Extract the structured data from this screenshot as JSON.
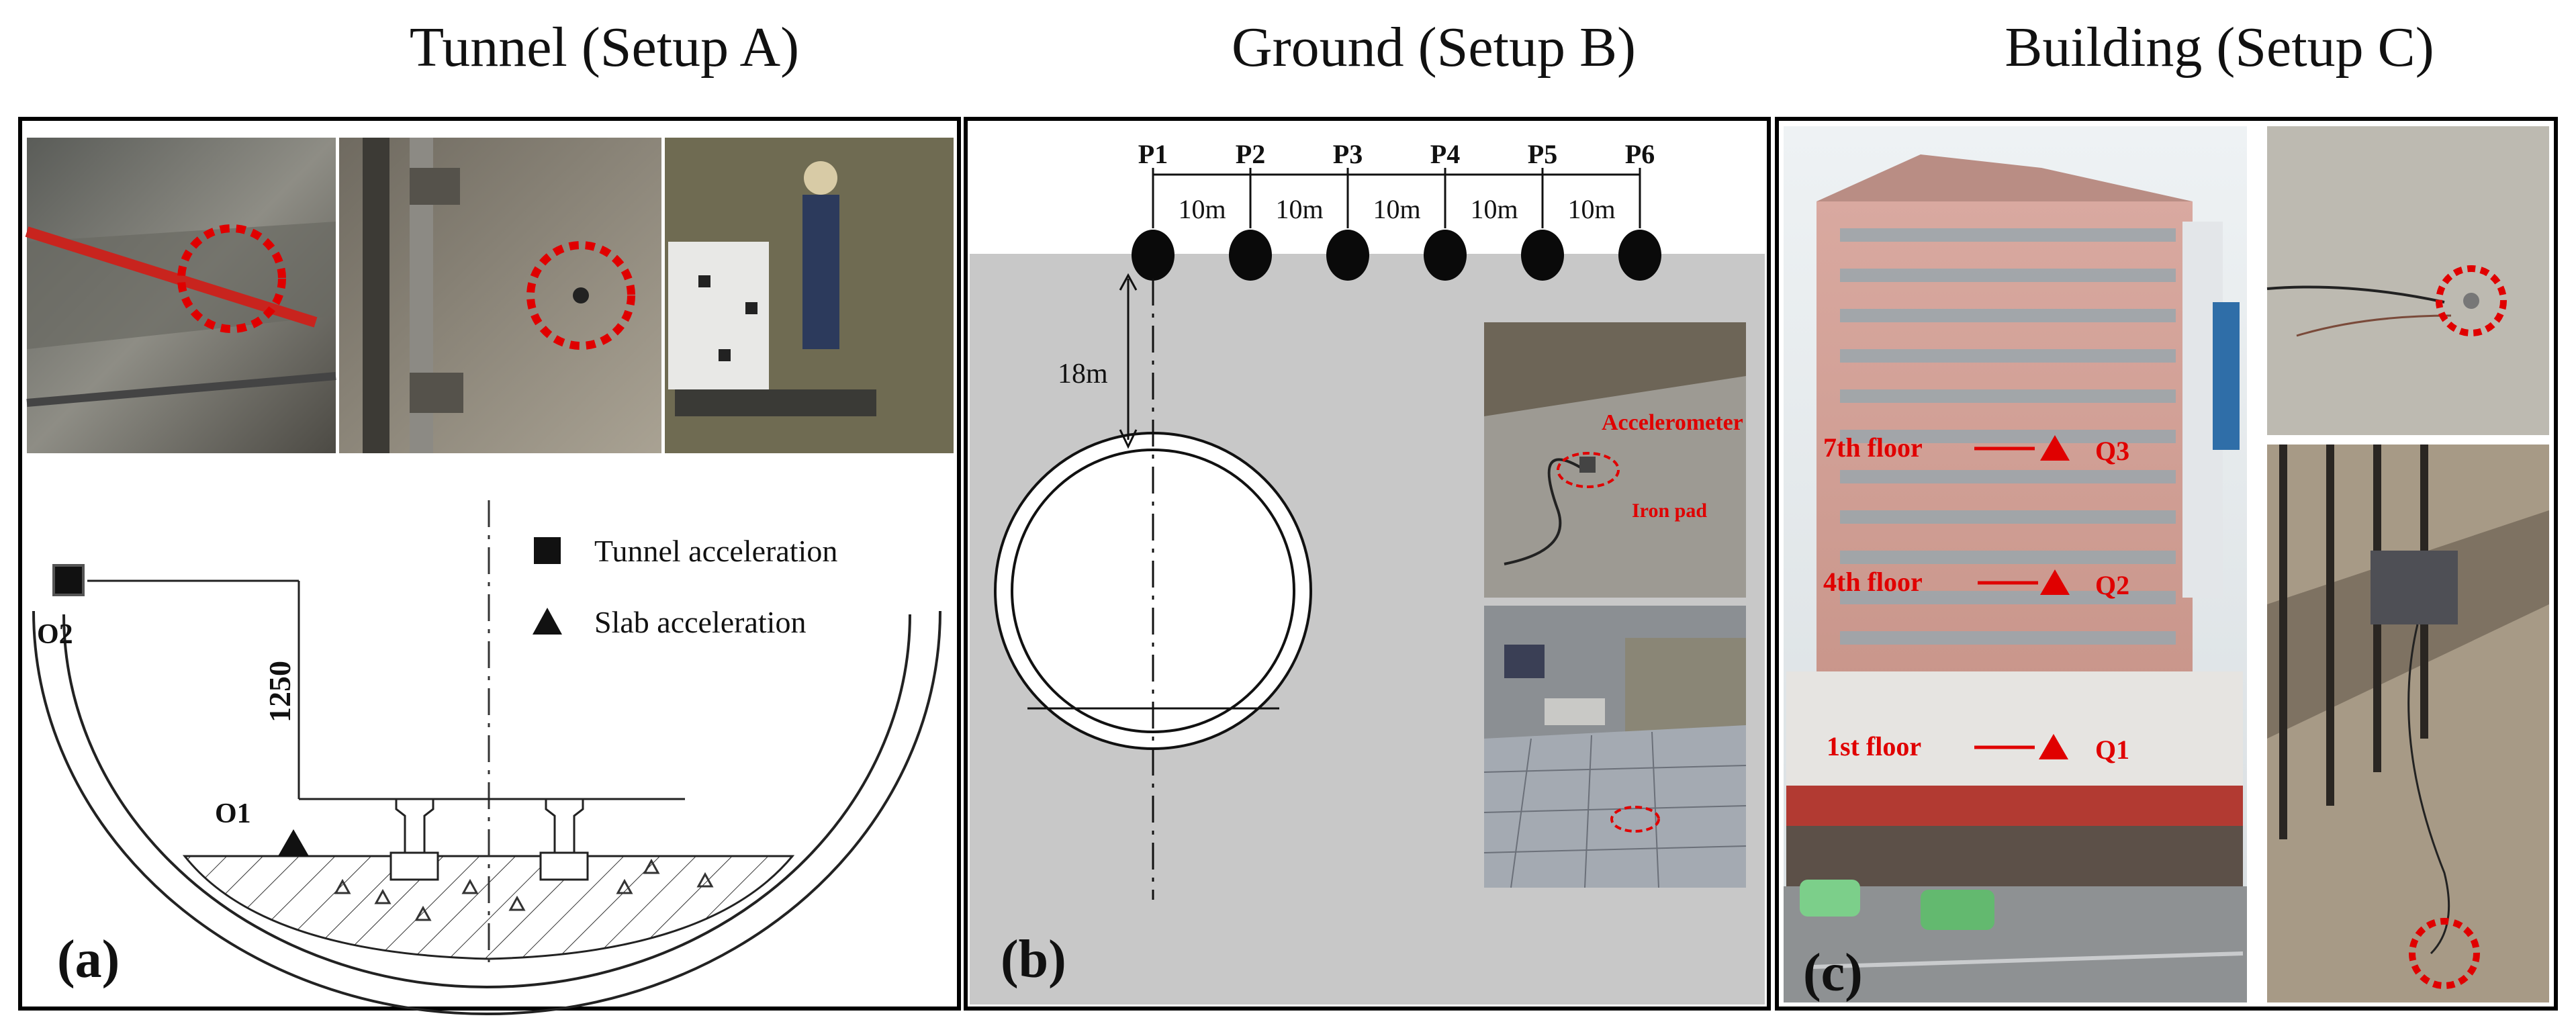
{
  "titles": {
    "a": "Tunnel (Setup A)",
    "b": "Ground (Setup B)",
    "c": "Building (Setup C)"
  },
  "panel_a": {
    "label": "(a)",
    "legend": [
      "Tunnel acceleration",
      "Slab acceleration"
    ],
    "points": [
      "O1",
      "O2"
    ],
    "dimension": "1250"
  },
  "panel_b": {
    "label": "(b)",
    "points": [
      "P1",
      "P2",
      "P3",
      "P4",
      "P5",
      "P6"
    ],
    "spacings": [
      "10m",
      "10m",
      "10m",
      "10m",
      "10m"
    ],
    "depth": "18m",
    "photo_labels": [
      "Accelerometer",
      "Iron pad"
    ]
  },
  "panel_c": {
    "label": "(c)",
    "floors": [
      {
        "floor": "7th floor",
        "point": "Q3"
      },
      {
        "floor": "4th floor",
        "point": "Q2"
      },
      {
        "floor": "1st floor",
        "point": "Q1"
      }
    ]
  },
  "colors": {
    "marker_red": "#e00000",
    "ground_gray": "#c8c8c8",
    "frame": "#000000"
  }
}
